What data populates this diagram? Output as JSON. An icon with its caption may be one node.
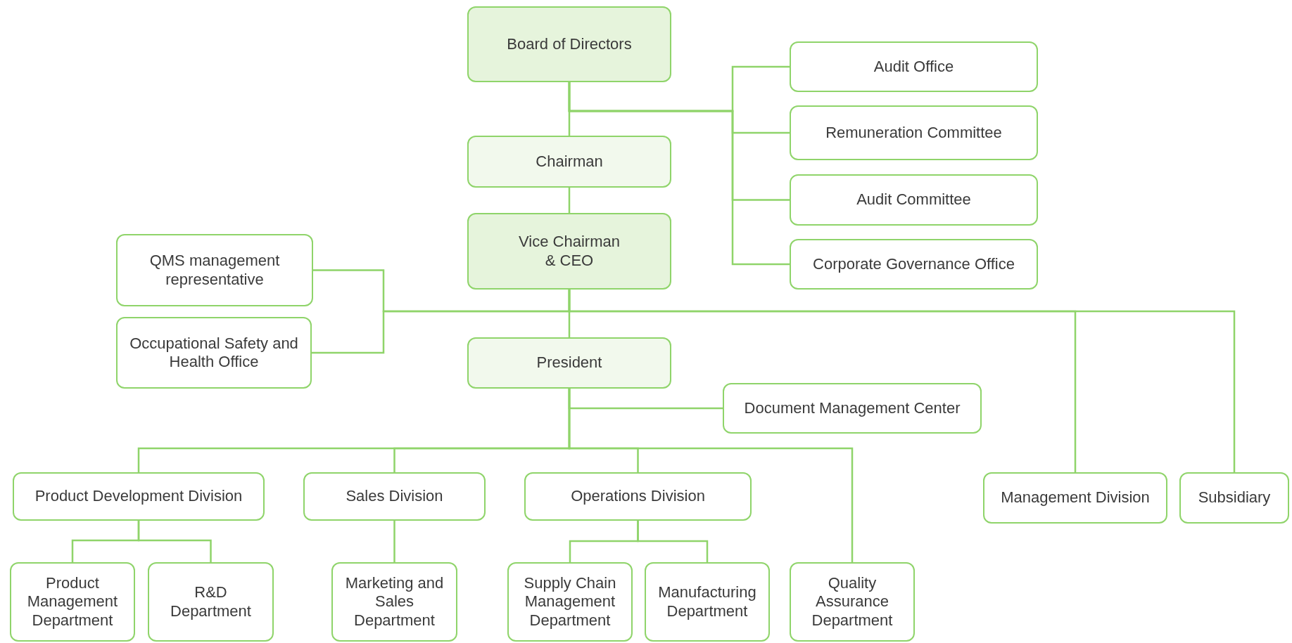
{
  "diagram": {
    "nodes": [
      {
        "text": [
          "Board of Directors"
        ]
      },
      {
        "text": [
          "Chairman"
        ]
      },
      {
        "text": [
          "Vice Chairman & CEO"
        ]
      },
      {
        "text": [
          "Audit Office"
        ]
      },
      {
        "text": [
          "Remuneration Committee"
        ]
      },
      {
        "text": [
          "Audit Committee"
        ]
      },
      {
        "text": [
          "Corporate Governance Office"
        ]
      },
      {
        "text": [
          "QMS management representative"
        ]
      },
      {
        "text": [
          "Occupational Safety and Health Office"
        ]
      },
      {
        "text": [
          "President"
        ]
      },
      {
        "text": [
          "Document Management Center"
        ]
      },
      {
        "text": [
          "Product Development Division"
        ]
      },
      {
        "text": [
          "Sales Division"
        ]
      },
      {
        "text": [
          "Operations Division"
        ]
      },
      {
        "text": [
          "Management Division"
        ]
      },
      {
        "text": [
          "Subsidiary"
        ]
      },
      {
        "text": [
          "Product Management Department"
        ]
      },
      {
        "text": [
          "R&D Department"
        ]
      },
      {
        "text": [
          "Marketing and Sales Department"
        ]
      },
      {
        "text": [
          "Supply Chain Management Department"
        ]
      },
      {
        "text": [
          "Manufacturing Department"
        ]
      },
      {
        "text": [
          "Quality Assurance Department"
        ]
      }
    ],
    "edges": [
      {
        "from": 0,
        "to": 1,
        "arrow": "none"
      },
      {
        "from": 0,
        "to": 3,
        "arrow": "none"
      },
      {
        "from": 0,
        "to": 4,
        "arrow": "none"
      },
      {
        "from": 0,
        "to": 5,
        "arrow": "none"
      },
      {
        "from": 0,
        "to": 6,
        "arrow": "none"
      },
      {
        "from": 1,
        "to": 2,
        "arrow": "none"
      },
      {
        "from": 2,
        "to": 7,
        "arrow": "none"
      },
      {
        "from": 2,
        "to": 8,
        "arrow": "none"
      },
      {
        "from": 2,
        "to": 9,
        "arrow": "none"
      },
      {
        "from": 2,
        "to": 14,
        "arrow": "none"
      },
      {
        "from": 2,
        "to": 15,
        "arrow": "none"
      },
      {
        "from": 9,
        "to": 10,
        "arrow": "none"
      },
      {
        "from": 9,
        "to": 11,
        "arrow": "none"
      },
      {
        "from": 9,
        "to": 12,
        "arrow": "none"
      },
      {
        "from": 9,
        "to": 13,
        "arrow": "none"
      },
      {
        "from": 9,
        "to": 21,
        "arrow": "none"
      },
      {
        "from": 11,
        "to": 16,
        "arrow": "none"
      },
      {
        "from": 11,
        "to": 17,
        "arrow": "none"
      },
      {
        "from": 12,
        "to": 18,
        "arrow": "none"
      },
      {
        "from": 13,
        "to": 19,
        "arrow": "none"
      },
      {
        "from": 13,
        "to": 20,
        "arrow": "none"
      }
    ]
  }
}
